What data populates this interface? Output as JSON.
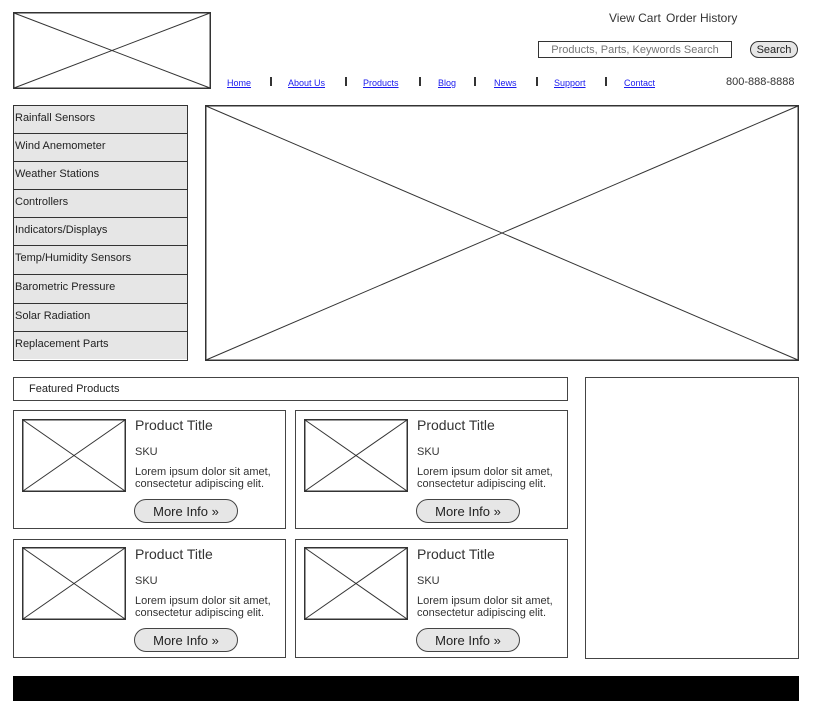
{
  "header": {
    "view_cart": "View Cart",
    "order_history": "Order History",
    "search_placeholder": "Products, Parts, Keywords Search",
    "search_button": "Search",
    "phone": "800-888-8888"
  },
  "nav": {
    "home": "Home",
    "about": "About Us",
    "products": "Products",
    "blog": "Blog",
    "news": "News",
    "support": "Support",
    "contact": "Contact"
  },
  "sidebar": {
    "items": [
      "Rainfall Sensors",
      "Wind Anemometer",
      "Weather Stations",
      "Controllers",
      "Indicators/Displays",
      "Temp/Humidity Sensors",
      "Barometric Pressure",
      "Solar Radiation",
      "Replacement Parts"
    ]
  },
  "featured": {
    "heading": "Featured Products",
    "products": [
      {
        "title": "Product Title",
        "sku": "SKU",
        "desc_line1": "Lorem ipsum dolor sit amet,",
        "desc_line2": "consectetur adipiscing elit.",
        "button": "More Info »"
      },
      {
        "title": "Product Title",
        "sku": "SKU",
        "desc_line1": "Lorem ipsum dolor sit amet,",
        "desc_line2": "consectetur adipiscing elit.",
        "button": "More Info »"
      },
      {
        "title": "Product Title",
        "sku": "SKU",
        "desc_line1": "Lorem ipsum dolor sit amet,",
        "desc_line2": "consectetur adipiscing elit.",
        "button": "More Info »"
      },
      {
        "title": "Product Title",
        "sku": "SKU",
        "desc_line1": "Lorem ipsum dolor sit amet,",
        "desc_line2": "consectetur adipiscing elit.",
        "button": "More Info »"
      }
    ]
  }
}
